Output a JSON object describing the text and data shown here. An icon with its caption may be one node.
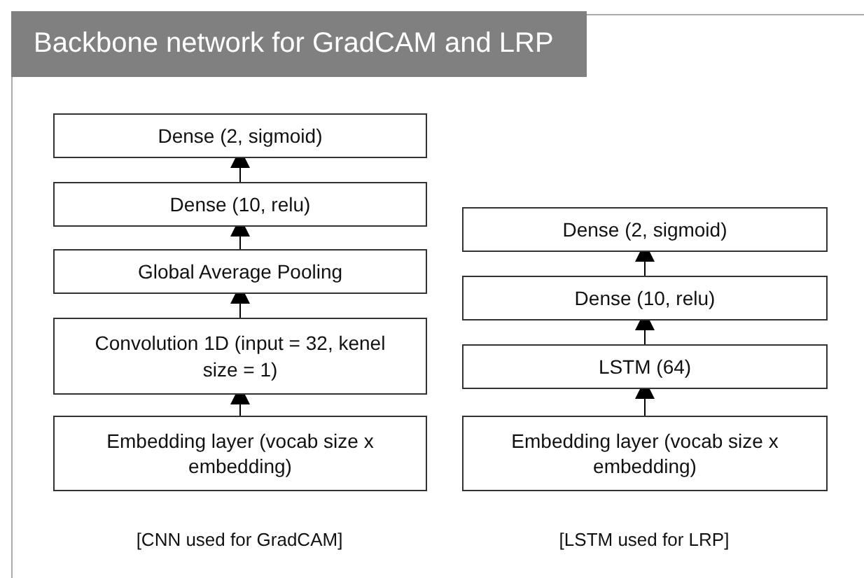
{
  "diagram": {
    "title": "Backbone network for GradCAM and LRP",
    "nodes": [
      {
        "text": [
          "Dense (2, sigmoid)"
        ]
      },
      {
        "text": [
          "Dense (10, relu)"
        ]
      },
      {
        "text": [
          "Global Average Pooling"
        ]
      },
      {
        "text": [
          "Convolution 1D (input = 32, kenel size = 1)"
        ]
      },
      {
        "text": [
          "Embedding layer (vocab size x embedding)"
        ]
      },
      {
        "text": [
          "Dense (2, sigmoid)"
        ]
      },
      {
        "text": [
          "Dense (10, relu)"
        ]
      },
      {
        "text": [
          "LSTM (64)"
        ]
      },
      {
        "text": [
          "Embedding layer (vocab size x embedding)"
        ]
      }
    ],
    "edges": [
      {
        "from": 1,
        "to": 0,
        "arrow": "to"
      },
      {
        "from": 2,
        "to": 1,
        "arrow": "to"
      },
      {
        "from": 3,
        "to": 2,
        "arrow": "to"
      },
      {
        "from": 4,
        "to": 3,
        "arrow": "to"
      },
      {
        "from": 6,
        "to": 5,
        "arrow": "to"
      },
      {
        "from": 7,
        "to": 6,
        "arrow": "to"
      },
      {
        "from": 8,
        "to": 7,
        "arrow": "to"
      }
    ],
    "labels": [
      "[CNN used for GradCAM]",
      "[LSTM used for LRP]"
    ]
  }
}
